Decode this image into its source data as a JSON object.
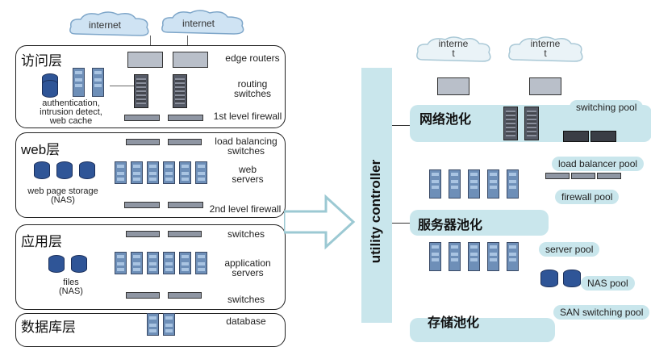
{
  "left": {
    "clouds": [
      "internet",
      "internet"
    ],
    "tiers": [
      {
        "title": "访问层",
        "labels": [
          "edge routers",
          "routing\nswitches",
          "1st level firewall"
        ],
        "side_label": "authentication,\nintrusion detect,\nweb cache"
      },
      {
        "title": "web层",
        "labels": [
          "load balancing\nswitches",
          "web\nservers",
          "2nd level firewall"
        ],
        "side_label": "web page storage\n(NAS)"
      },
      {
        "title": "应用层",
        "labels": [
          "switches",
          "application\nservers",
          "switches"
        ],
        "side_label": "files\n(NAS)"
      },
      {
        "title": "数据库层",
        "labels": [
          "database"
        ]
      }
    ]
  },
  "controller": {
    "label": "utility controller"
  },
  "right": {
    "clouds": [
      "interne\nt",
      "interne\nt"
    ],
    "pools": [
      {
        "title": "网络池化",
        "tags": [
          "switching pool",
          "load balancer pool",
          "firewall pool"
        ]
      },
      {
        "title": "服务器池化",
        "tags": [
          "server pool"
        ]
      },
      {
        "title": "存储池化",
        "tags": [
          "NAS pool",
          "SAN switching pool"
        ]
      }
    ]
  }
}
